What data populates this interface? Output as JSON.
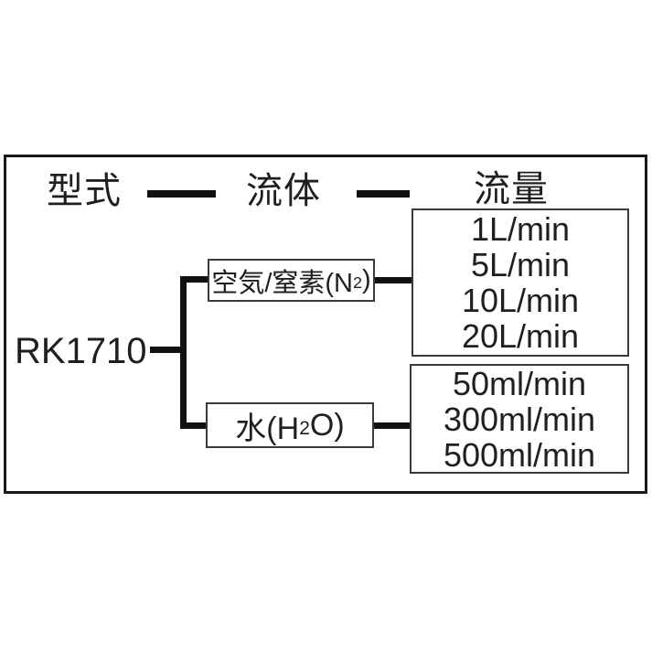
{
  "diagram": {
    "header": {
      "model_label": "型式",
      "fluid_label": "流体",
      "flow_label": "流量"
    },
    "model": "RK1710",
    "branches": [
      {
        "name": "air-nitrogen",
        "fluid_pre": "空気/窒素(N",
        "fluid_sub": "2",
        "fluid_post": ")",
        "flows": [
          "1L/min",
          "5L/min",
          "10L/min",
          "20L/min"
        ]
      },
      {
        "name": "water",
        "fluid_pre": "水(H",
        "fluid_sub": "2",
        "fluid_post": "O)",
        "flows": [
          "50ml/min",
          "300ml/min",
          "500ml/min"
        ]
      }
    ],
    "colors": {
      "background": "#ffffff",
      "line": "#111111",
      "text": "#1f1f1f",
      "box_border": "#3a3a3a"
    }
  }
}
